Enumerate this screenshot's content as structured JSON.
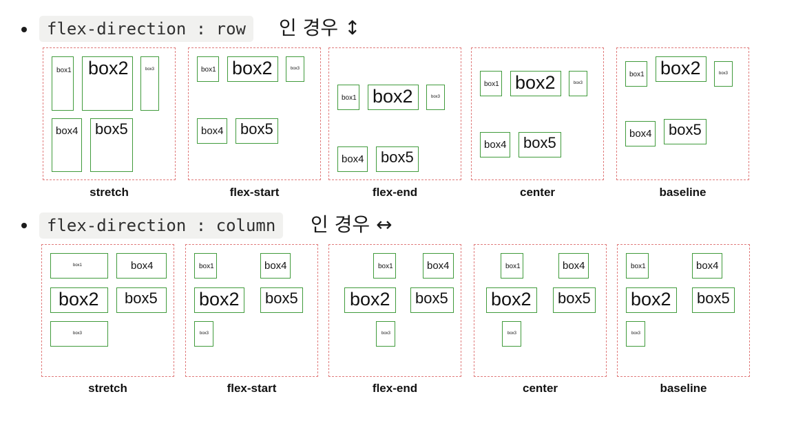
{
  "sections": [
    {
      "code": "flex-direction : row",
      "suffix": "인 경우 ↕",
      "panels": [
        {
          "caption": "stretch"
        },
        {
          "caption": "flex-start"
        },
        {
          "caption": "flex-end"
        },
        {
          "caption": "center"
        },
        {
          "caption": "baseline"
        }
      ]
    },
    {
      "code": "flex-direction : column",
      "suffix": "인 경우 ↔",
      "panels": [
        {
          "caption": "stretch"
        },
        {
          "caption": "flex-start"
        },
        {
          "caption": "flex-end"
        },
        {
          "caption": "center"
        },
        {
          "caption": "baseline"
        }
      ]
    }
  ],
  "box_labels": {
    "box1": "box1",
    "box2": "box2",
    "box3": "box3",
    "box4": "box4",
    "box5": "box5"
  },
  "colors": {
    "panel_border": "#e07a7a",
    "box_border": "#3f9a3a",
    "chip_bg": "#f1f1ef"
  }
}
